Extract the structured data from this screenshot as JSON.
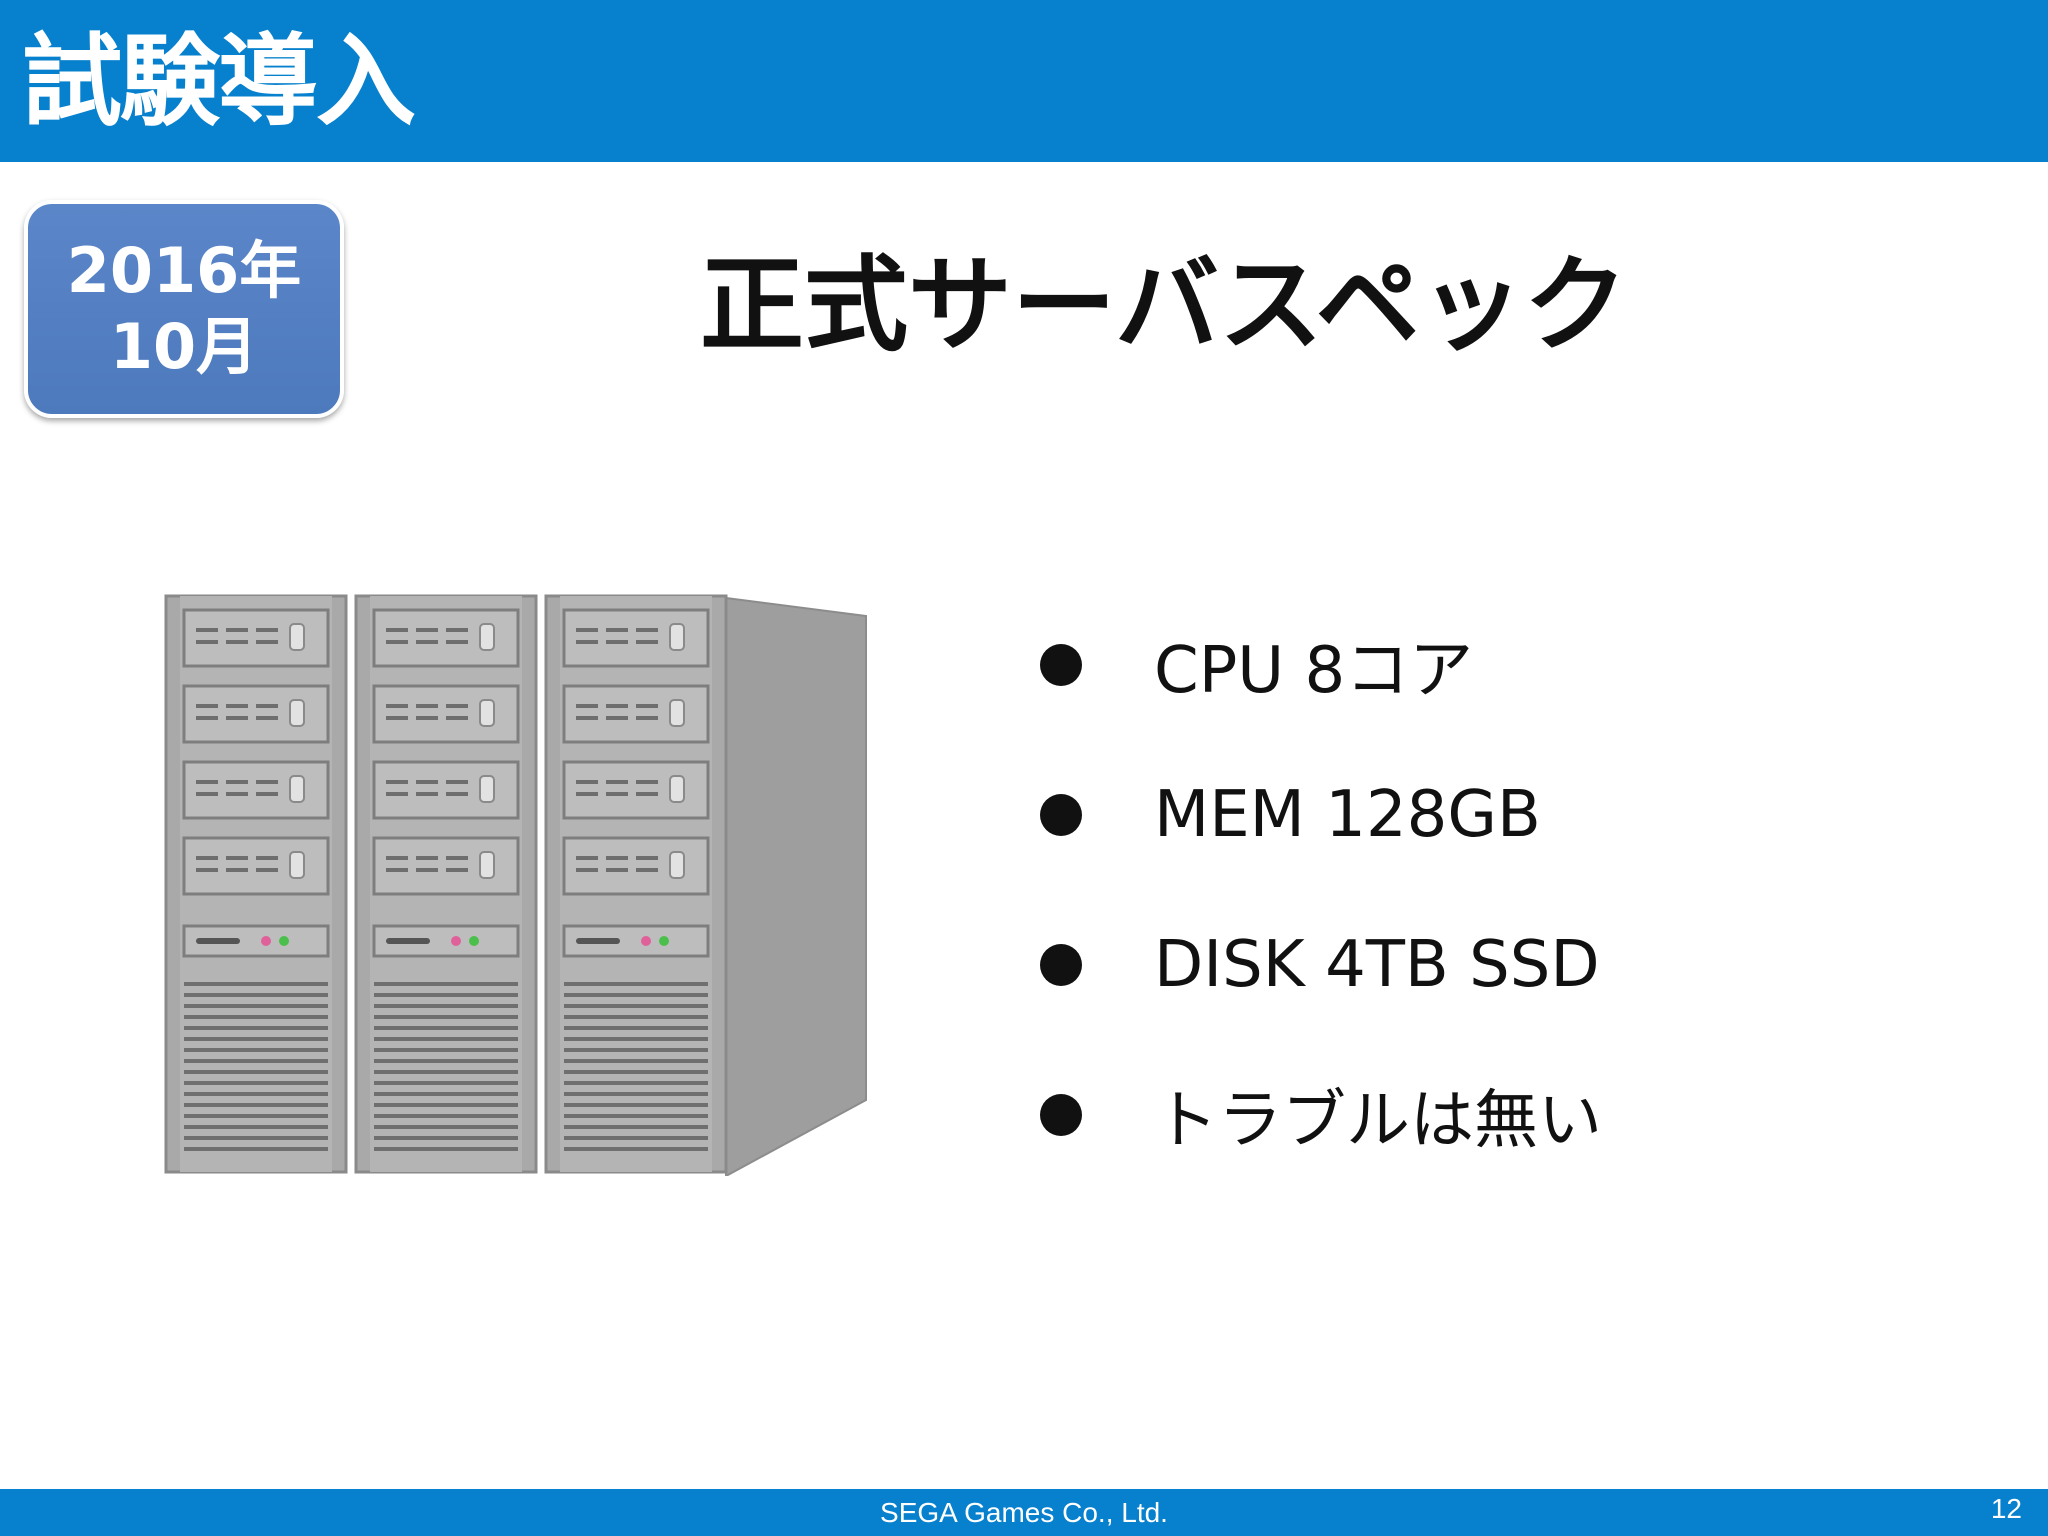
{
  "header": {
    "title": "試験導入"
  },
  "date_badge": {
    "year": "2016年",
    "month": "10月"
  },
  "slide_title": "正式サーバスペック",
  "illustration": {
    "subject": "server-racks",
    "rack_count": 3
  },
  "specs": [
    "CPU 8コア",
    "MEM 128GB",
    "DISK 4TB SSD",
    "トラブルは無い"
  ],
  "footer": {
    "company": "SEGA Games Co., Ltd.",
    "page_number": "12"
  },
  "colors": {
    "header_bar": "#0780cd",
    "badge": "#5b86c9",
    "rack_body": "#a9a9a9",
    "led_pink": "#e0609a",
    "led_green": "#4bbf4b"
  }
}
